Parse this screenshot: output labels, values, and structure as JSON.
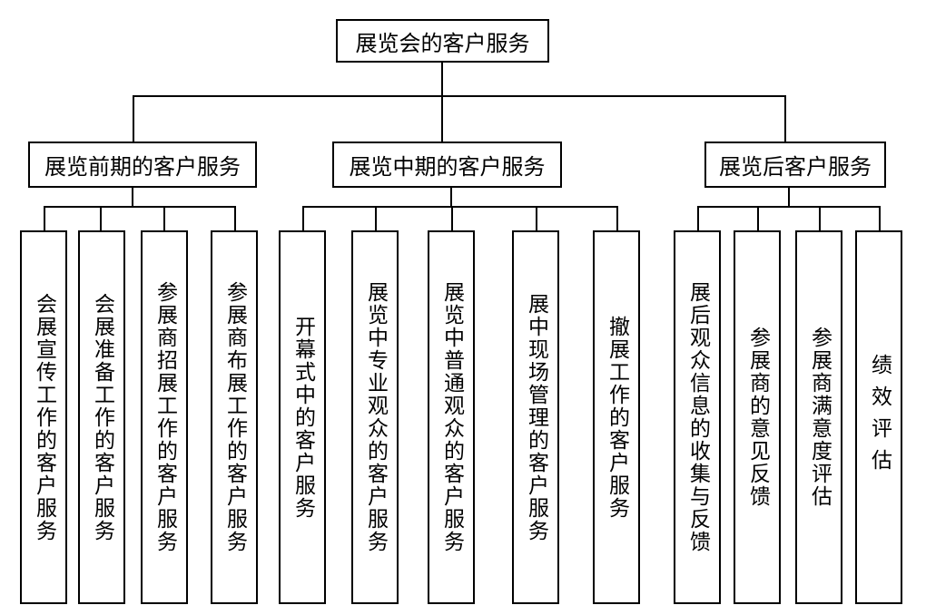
{
  "root": {
    "label": "展览会的客户服务"
  },
  "groups": [
    {
      "label": "展览前期的客户服务",
      "items": [
        "会展宣传工作的客户服务",
        "会展准备工作的客户服务",
        "参展商招展工作的客户服务",
        "参展商布展工作的客户服务"
      ]
    },
    {
      "label": "展览中期的客户服务",
      "items": [
        "开幕式中的客户服务",
        "展览中专业观众的客户服务",
        "展览中普通观众的客户服务",
        "展中现场管理的客户服务",
        "撤展工作的客户服务"
      ]
    },
    {
      "label": "展览后客户服务",
      "items": [
        "展后观众信息的收集与反馈",
        "参展商的意见反馈",
        "参展商满意度评估",
        "绩效评估"
      ]
    }
  ]
}
